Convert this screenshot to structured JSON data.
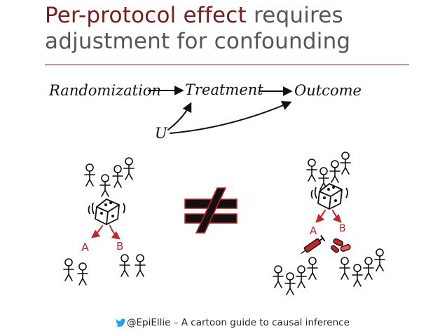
{
  "slide": {
    "title_accent": "Per-protocol effect",
    "title_rest_line1": " requires",
    "title_line2": "adjustment for confounding"
  },
  "dag": {
    "randomization": "Randomization",
    "treatment": "Treatment",
    "outcome": "Outcome",
    "confounder": "U"
  },
  "groups": {
    "left": {
      "arm_a": "A",
      "arm_b": "B"
    },
    "right": {
      "arm_a": "A",
      "arm_b": "B"
    },
    "comparison_symbol": "≠"
  },
  "credit": {
    "icon": "twitter-bird-icon",
    "text": "@EpiEllie – A cartoon guide to causal inference"
  },
  "colors": {
    "title_accent": "#7b1c1c",
    "title_text": "#565656",
    "arm_arrow": "#c0262c",
    "twitter": "#1da1f2",
    "not_equal_outline": "#cc1f1f"
  }
}
